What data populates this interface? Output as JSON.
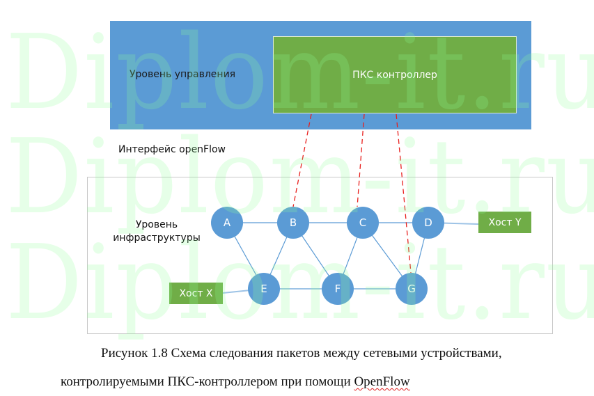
{
  "control_layer": {
    "label": "Уровень управления",
    "controller_label": "ПКС контроллер",
    "color": "#5b9bd5",
    "controller_color": "#70ad47"
  },
  "interface_label": "Интерфейс openFlow",
  "infrastructure_layer": {
    "label": "Уровень инфраструктуры",
    "nodes": [
      {
        "id": "A",
        "label": "A"
      },
      {
        "id": "B",
        "label": "B"
      },
      {
        "id": "C",
        "label": "C"
      },
      {
        "id": "D",
        "label": "D"
      },
      {
        "id": "E",
        "label": "E"
      },
      {
        "id": "F",
        "label": "F"
      },
      {
        "id": "G",
        "label": "G"
      }
    ],
    "hosts": [
      {
        "id": "X",
        "label": "Хост X"
      },
      {
        "id": "Y",
        "label": "Хост Y"
      }
    ],
    "links": [
      [
        "A",
        "B"
      ],
      [
        "B",
        "C"
      ],
      [
        "C",
        "D"
      ],
      [
        "D",
        "Y"
      ],
      [
        "A",
        "E"
      ],
      [
        "B",
        "E"
      ],
      [
        "B",
        "F"
      ],
      [
        "C",
        "F"
      ],
      [
        "C",
        "G"
      ],
      [
        "D",
        "G"
      ],
      [
        "X",
        "E"
      ],
      [
        "E",
        "F"
      ],
      [
        "F",
        "G"
      ]
    ],
    "openflow_links": [
      "B",
      "C",
      "G"
    ],
    "node_color": "#5b9bd5",
    "host_color": "#70ad47",
    "openflow_color": "#e8201e"
  },
  "caption": {
    "line1": "Рисунок 1.8 Схема следования пакетов между сетевыми устройствами,",
    "line2_prefix": "контролируемыми ПКС-контроллером при помощи ",
    "line2_term": "OpenFlow"
  },
  "watermark": "Diplom-it.ru"
}
